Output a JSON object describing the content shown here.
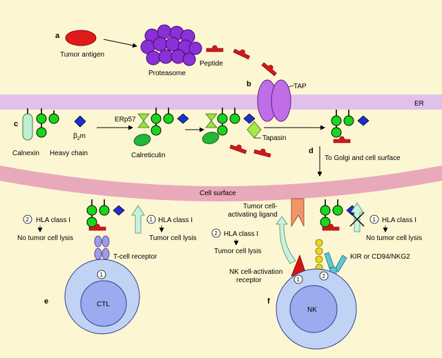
{
  "panel_letters": {
    "a": "a",
    "b": "b",
    "c": "c",
    "d": "d",
    "e": "e",
    "f": "f"
  },
  "membranes": {
    "er": "ER",
    "cell_surface": "Cell surface"
  },
  "labels": {
    "tumor_antigen": "Tumor antigen",
    "proteasome": "Proteasome",
    "peptide": "Peptide",
    "tap": "TAP",
    "calnexin": "Calnexin",
    "b2m_beta": "β",
    "b2m_sub": "2",
    "b2m_m": "m",
    "heavy_chain": "Heavy chain",
    "erp57": "ERp57",
    "calreticulin": "Calreticulin",
    "tapasin": "Tapasin",
    "to_golgi": "To Golgi and cell surface",
    "t_cell_receptor": "T-cell receptor",
    "ctl": "CTL",
    "nk": "NK",
    "tumor_ligand_1": "Tumor cell-",
    "tumor_ligand_2": "activating ligand",
    "nk_receptor_1": "NK cell-activation",
    "nk_receptor_2": "receptor",
    "kir": "KIR or CD94/NKG2"
  },
  "outcomes": {
    "ctl_2_title": "HLA class I",
    "ctl_2_result": "No tumor cell lysis",
    "ctl_1_title": "HLA class I",
    "ctl_1_result": "Tumor cell lysis",
    "nk_2_title": "HLA class I",
    "nk_2_result": "Tumor cell lysis",
    "nk_1_title": "HLA class I",
    "nk_1_result": "No tumor cell lysis"
  },
  "markers": {
    "one": "1",
    "two": "2"
  },
  "colors": {
    "background": "#fdf6d3",
    "er_membrane": "#e2c0ec",
    "cell_membrane": "#e8a9bb",
    "proteasome": "#8b2fd6",
    "tap": "#c06ee8",
    "domain_green": "#19d61c",
    "b2m_blue": "#1e2fd1",
    "peptide_red": "#cc1a1a",
    "tumor_antigen": "#e01a1a",
    "calnexin": "#bff0cf",
    "calreticulin": "#22b83a",
    "erp57": "#9ae23c",
    "tapasin": "#a4e84a",
    "cell": "#c0d3f5",
    "nucleus": "#9cabf0",
    "activating_ligand": "#f0966a",
    "tcr": "#a29be8",
    "kir": "#5cc9d6",
    "nk_receptor": "#d81313",
    "nk_yellow": "#ebd91c",
    "arrow_up": "#c9f2dd"
  }
}
